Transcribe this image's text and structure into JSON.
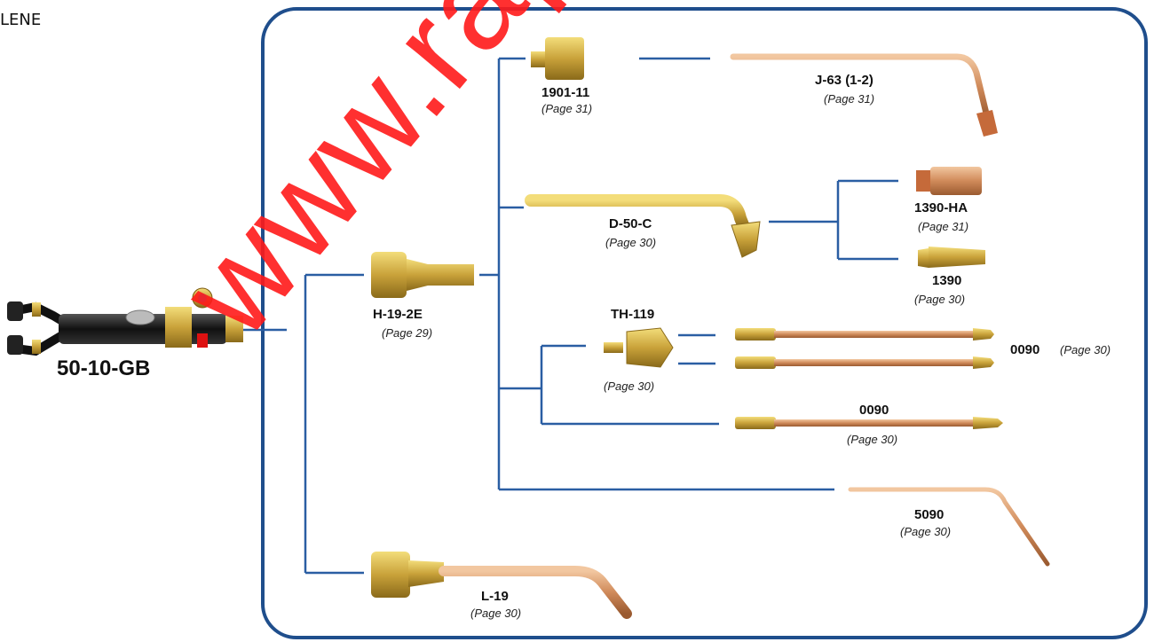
{
  "header_text": "LENE",
  "torch": {
    "label": "50-10-GB"
  },
  "parts": {
    "h19": {
      "label": "H-19-2E",
      "page": "(Page 29)"
    },
    "p1901": {
      "label": "1901-11",
      "page": "(Page 31)"
    },
    "j63": {
      "label": "J-63 (1-2)",
      "page": "(Page 31)"
    },
    "d50": {
      "label": "D-50-C",
      "page": "(Page 30)"
    },
    "p1390ha": {
      "label": "1390-HA",
      "page": "(Page 31)"
    },
    "p1390": {
      "label": "1390",
      "page": "(Page 30)"
    },
    "th119": {
      "label": "TH-119",
      "page": "(Page 30)"
    },
    "p0090a": {
      "label": "0090",
      "page": "(Page 30)"
    },
    "p0090b": {
      "label": "0090",
      "page": "(Page 30)"
    },
    "p5090": {
      "label": "5090",
      "page": "(Page 30)"
    },
    "l19": {
      "label": "L-19",
      "page": "(Page 30)"
    }
  },
  "watermark": "www.rapidweld.c",
  "colors": {
    "frame": "#1f4e8c",
    "line": "#2a5ea3",
    "brass": "#c9a23a",
    "copper": "#d08a5a",
    "watermark": "#ff1a1a"
  }
}
